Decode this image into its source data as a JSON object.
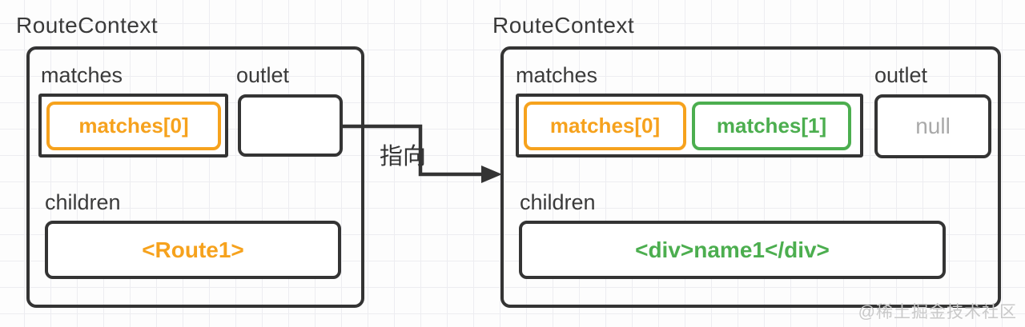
{
  "colors": {
    "stroke": "#343434",
    "orange": "#f6a21d",
    "green": "#4cae4f",
    "null_gray": "#a9a9a9",
    "label_text": "#3a3a3a",
    "watermark": "#c9c9c9",
    "grid_line": "#ededf1",
    "background": "#fdfdfd"
  },
  "left_panel": {
    "title": "RouteContext",
    "matches_label": "matches",
    "matches": [
      {
        "label": "matches[0]",
        "color": "orange"
      }
    ],
    "outlet_label": "outlet",
    "outlet_value": "",
    "children_label": "children",
    "children_value": "<Route1>"
  },
  "arrow": {
    "label": "指向"
  },
  "right_panel": {
    "title": "RouteContext",
    "matches_label": "matches",
    "matches": [
      {
        "label": "matches[0]",
        "color": "orange"
      },
      {
        "label": "matches[1]",
        "color": "green"
      }
    ],
    "outlet_label": "outlet",
    "outlet_value": "null",
    "children_label": "children",
    "children_value": "<div>name1</div>"
  },
  "watermark": "@稀土掘金技术社区"
}
